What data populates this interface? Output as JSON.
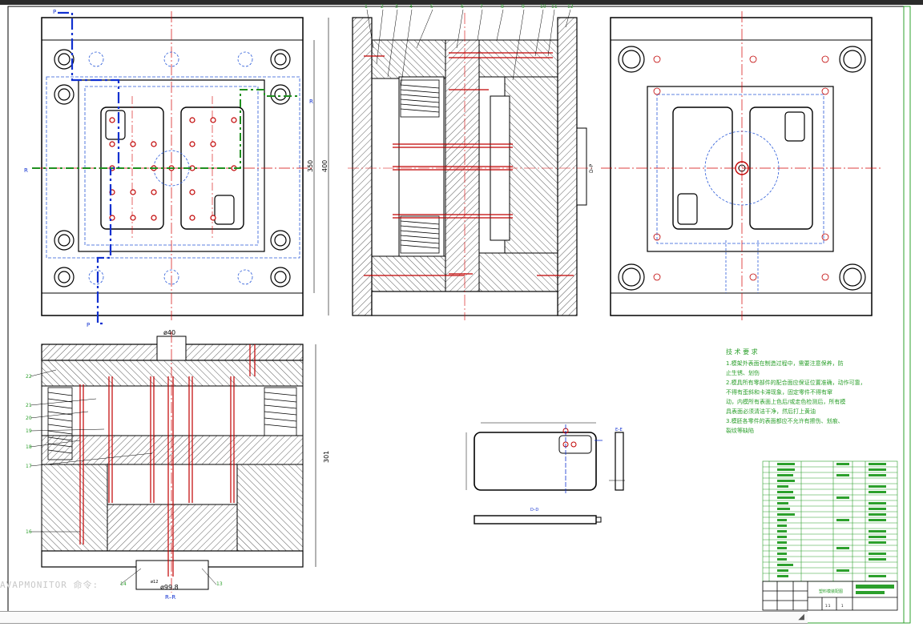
{
  "drawing": {
    "section_labels": {
      "p_top": "P",
      "p_bottom": "P",
      "r_left": "R",
      "r_right": "R",
      "rr": "R–R",
      "dd": "D–D",
      "ee": "E–E",
      "pd": "D–P"
    },
    "dimensions": {
      "d40": "ø40",
      "d99": "ø99.8",
      "d12": "ø12",
      "h350": "350",
      "h400": "400",
      "h301": "301"
    },
    "part_numbers_top": [
      "1",
      "2",
      "3",
      "4",
      "5",
      "6",
      "7",
      "8",
      "9",
      "10",
      "11",
      "12"
    ],
    "part_numbers_left": [
      "22",
      "21",
      "20",
      "19",
      "18",
      "17",
      "16",
      "14",
      "13"
    ]
  },
  "tech_requirements": {
    "title": "技 术 要 求",
    "lines": [
      "1.模架外表面在制造过程中，需要注意保养，防",
      "止生锈、划伤",
      "2.模具所有零部件的配合面应保证位置准确，动作可靠，",
      "不得有歪斜和卡滞现象，固定零件不得有窜",
      "动，内模所有表面上色后/或走色检测后，所有模",
      "具表面必须清洁干净，然后打上黄油",
      "3.模胚各零件的表面都应不允许有擦伤、划痕、",
      "裂纹等缺陷"
    ]
  },
  "title_block": {
    "name": "塑料模装配图",
    "rows": 22,
    "sheet": "1",
    "scale": "1:1"
  },
  "overlay": "AVAPMONITOR 命令:",
  "colors": {
    "line": "#000000",
    "center": "#d40000",
    "hidden": "#2a5ad8",
    "cut": "#1f8f1f",
    "hatch": "#333333",
    "text_green": "#2ca02c"
  }
}
